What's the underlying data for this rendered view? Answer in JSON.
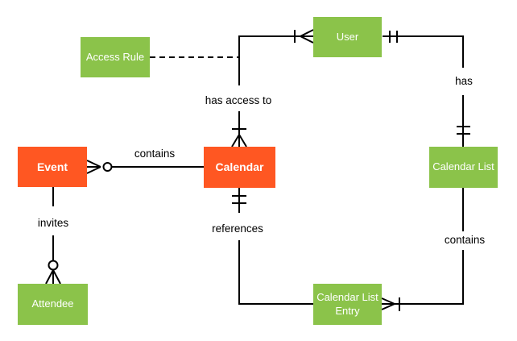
{
  "diagram_type": "entity-relationship",
  "colors": {
    "background": "#ffffff",
    "entity_green": "#8bc34a",
    "entity_orange": "#ff5722",
    "entity_text": "#ffffff",
    "line": "#000000",
    "label_text": "#000000"
  },
  "entities": [
    {
      "id": "event",
      "label": "Event",
      "fill": "#ff5722"
    },
    {
      "id": "calendar",
      "label": "Calendar",
      "fill": "#ff5722"
    },
    {
      "id": "user",
      "label": "User",
      "fill": "#8bc34a"
    },
    {
      "id": "access_rule",
      "label": "Access Rule",
      "fill": "#8bc34a"
    },
    {
      "id": "calendar_list",
      "label": "Calendar List",
      "fill": "#8bc34a"
    },
    {
      "id": "calendar_list_entry",
      "label": "Calendar List Entry",
      "fill": "#8bc34a"
    },
    {
      "id": "attendee",
      "label": "Attendee",
      "fill": "#8bc34a"
    }
  ],
  "relationships": [
    {
      "label": "contains",
      "from": "event",
      "to": "calendar",
      "cardinality": "zero-or-many at Event, one at Calendar"
    },
    {
      "label": "has access to",
      "from": "calendar",
      "to": "user",
      "cardinality": "one-or-many at both ends"
    },
    {
      "label": "has",
      "from": "user",
      "to": "calendar_list",
      "cardinality": "exactly-one at both ends"
    },
    {
      "label": "contains",
      "from": "calendar_list",
      "to": "calendar_list_entry",
      "cardinality": "one-or-many at Calendar List Entry"
    },
    {
      "label": "references",
      "from": "calendar",
      "to": "calendar_list_entry",
      "cardinality": "exactly-one at Calendar"
    },
    {
      "label": "invites",
      "from": "event",
      "to": "attendee",
      "cardinality": "zero-or-many at Attendee"
    },
    {
      "label": "",
      "from": "access_rule",
      "to": "calendar_user_link",
      "cardinality": "dashed association"
    }
  ]
}
